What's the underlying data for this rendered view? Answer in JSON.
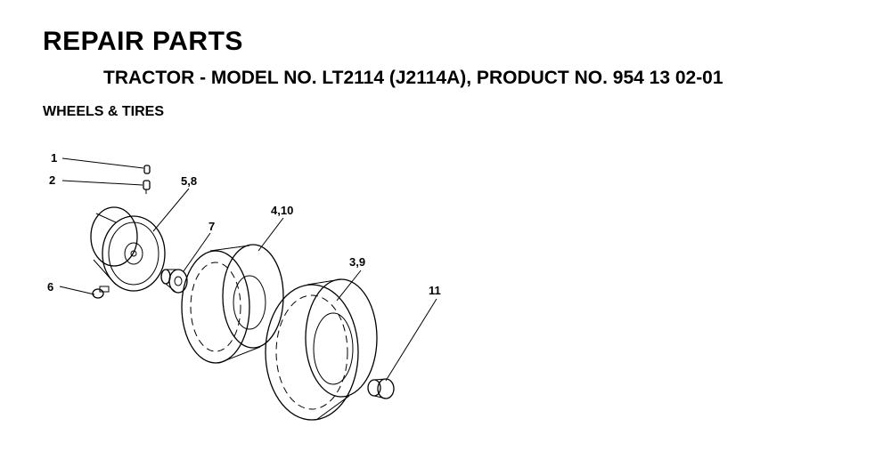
{
  "header": {
    "title": "REPAIR PARTS",
    "subtitle": "TRACTOR - MODEL NO. LT2114 (J2114A), PRODUCT NO. 954 13 02-01",
    "section": "WHEELS & TIRES"
  },
  "callouts": {
    "c1": "1",
    "c2": "2",
    "c58": "5,8",
    "c410": "4,10",
    "c7": "7",
    "c39": "3,9",
    "c6": "6",
    "c11": "11"
  }
}
